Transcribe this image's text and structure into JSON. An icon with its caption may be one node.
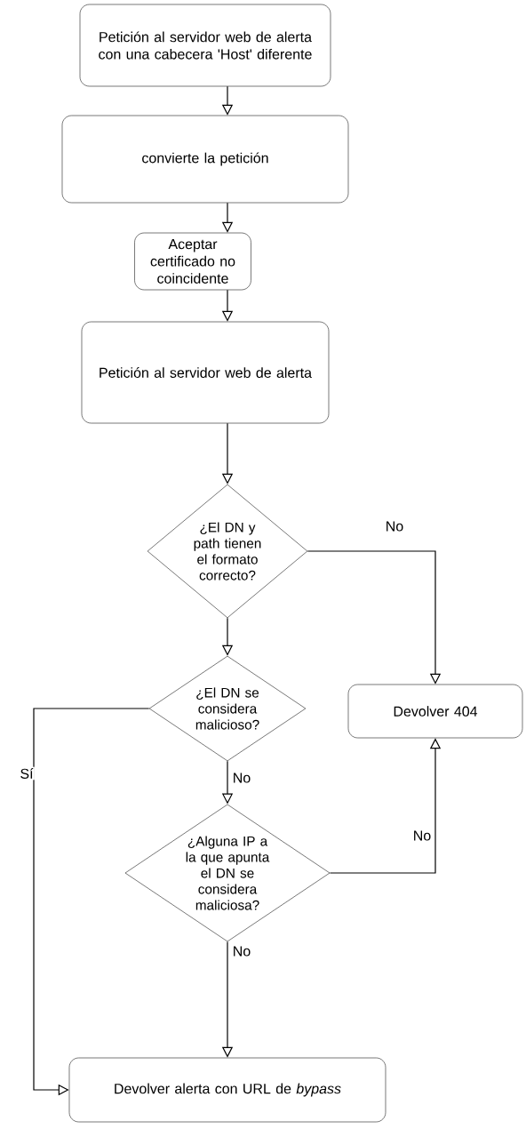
{
  "diagram": {
    "nodes": [
      {
        "text": [
          "Petición al servidor web de alerta con una cabecera 'Host' diferente"
        ]
      },
      {
        "text": [
          "convierte la petición"
        ]
      },
      {
        "text": [
          "Aceptar certificado no coincidente"
        ]
      },
      {
        "text": [
          "Petición al servidor web de alerta"
        ]
      },
      {
        "text": [
          "¿El DN y path tienen el formato correcto?"
        ]
      },
      {
        "text": [
          "¿El DN se considera malicioso?"
        ]
      },
      {
        "text": [
          "Devolver 404"
        ]
      },
      {
        "text": [
          "¿Alguna IP a la que apunta el DN se considera maliciosa?"
        ]
      },
      {
        "text": [
          "Devolver alerta con URL de *bypass*"
        ]
      }
    ],
    "edges": [
      {
        "from": 0,
        "to": 1,
        "arrow": "to"
      },
      {
        "from": 1,
        "to": 2,
        "arrow": "to"
      },
      {
        "from": 2,
        "to": 3,
        "arrow": "to"
      },
      {
        "from": 3,
        "to": 4,
        "arrow": "to"
      },
      {
        "from": 4,
        "to": 5,
        "arrow": "to"
      },
      {
        "from": 4,
        "to": 6,
        "arrow": "to",
        "label": "No"
      },
      {
        "from": 5,
        "to": 8,
        "arrow": "to",
        "label": "Sí"
      },
      {
        "from": 5,
        "to": 7,
        "arrow": "to",
        "label": "No"
      },
      {
        "from": 7,
        "to": 6,
        "arrow": "to",
        "label": "No"
      },
      {
        "from": 7,
        "to": 8,
        "arrow": "to",
        "label": "No"
      }
    ]
  }
}
